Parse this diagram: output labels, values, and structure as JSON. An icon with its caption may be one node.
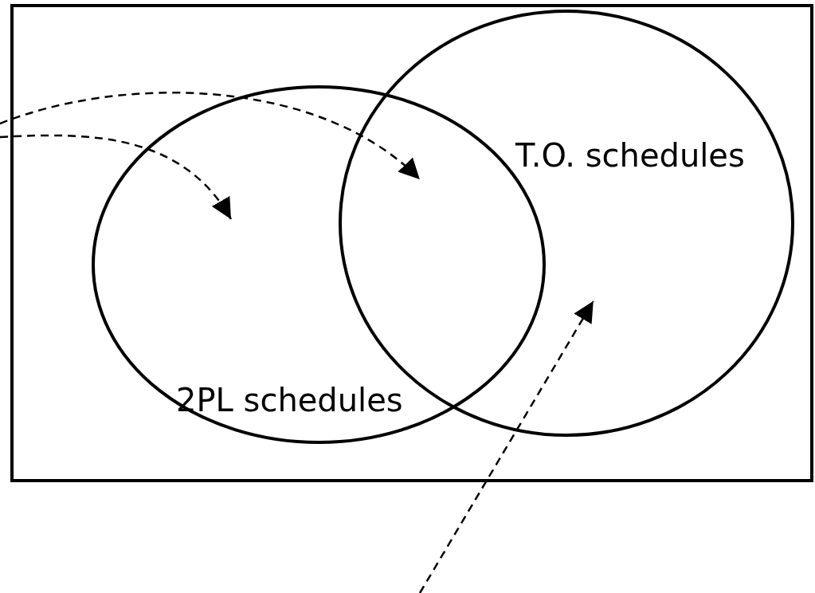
{
  "diagram": {
    "nodes": [
      {
        "text": [],
        "shape": "box"
      },
      {
        "text": [
          "2PL schedules"
        ],
        "in": 0
      },
      {
        "text": [
          "T.O. schedules"
        ],
        "in": 0
      }
    ],
    "edges": [
      {
        "from": null,
        "to": 1,
        "arrow": "to",
        "style": "dashed"
      },
      {
        "from": null,
        "to": 2,
        "arrow": "to",
        "style": "dashed"
      },
      {
        "from": null,
        "to": 2,
        "arrow": "to",
        "style": "dashed"
      }
    ]
  }
}
